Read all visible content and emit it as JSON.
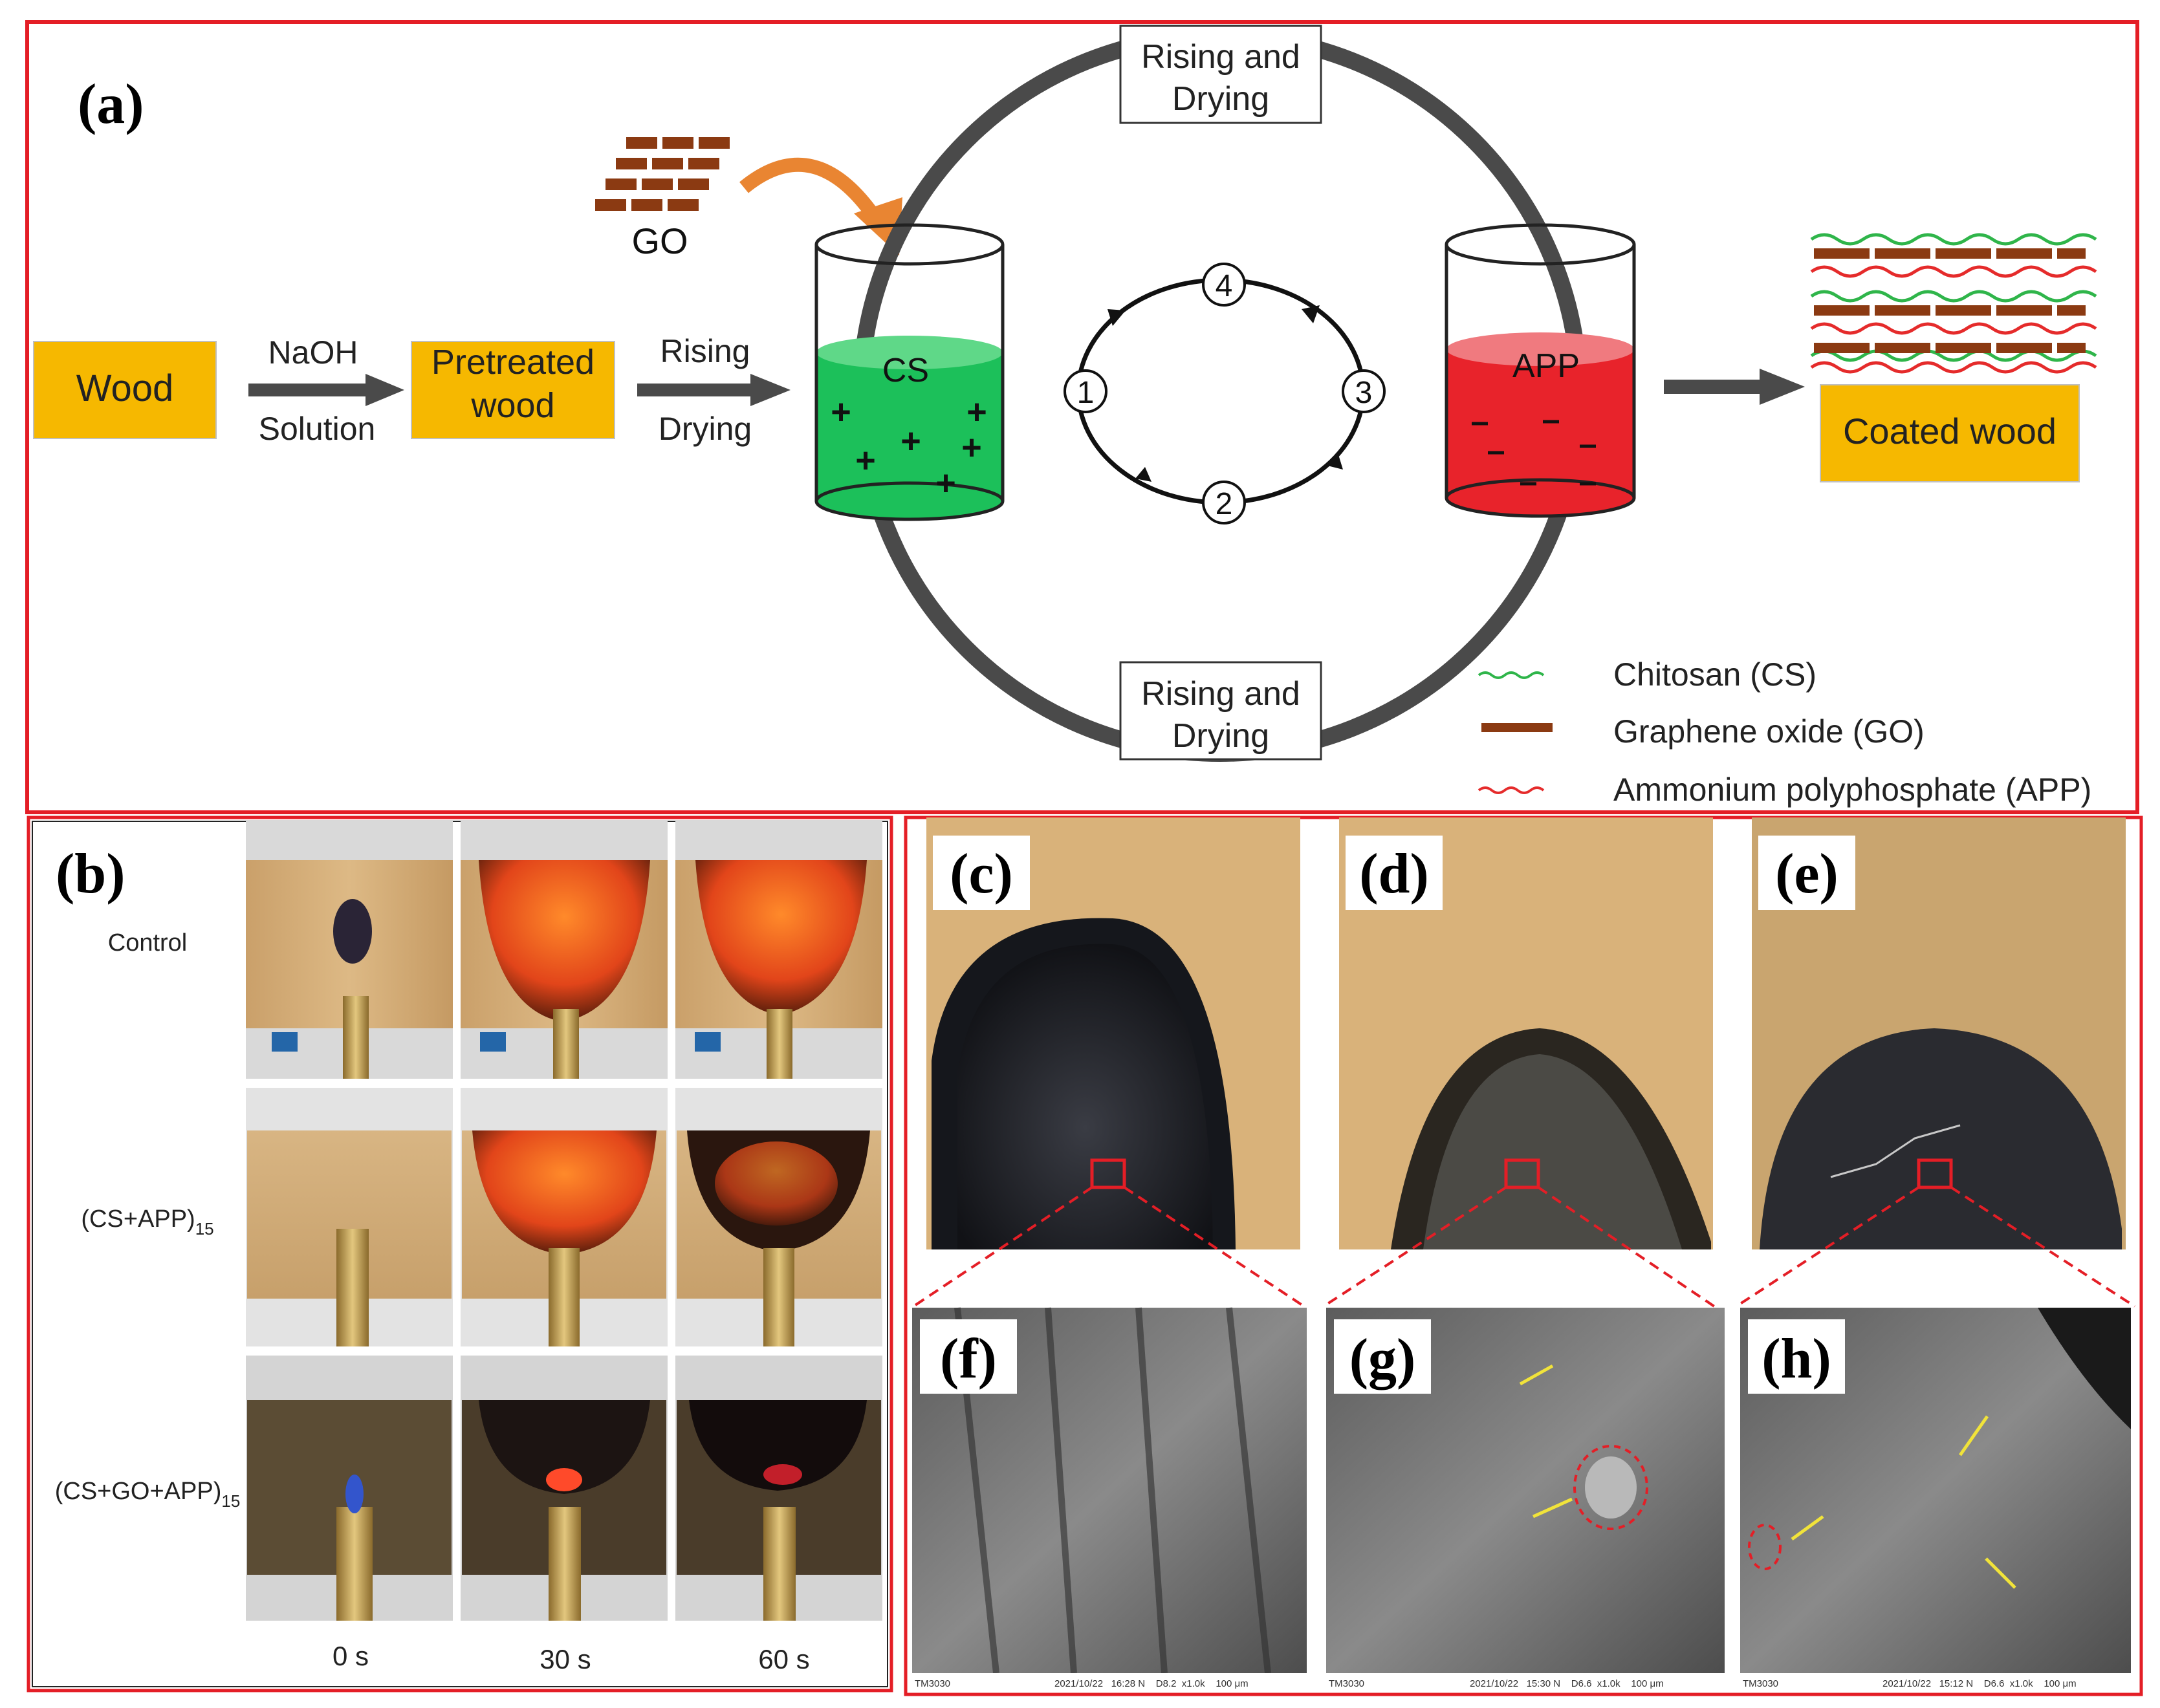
{
  "panel_a": {
    "label": "(a)",
    "go_label": "GO",
    "wood": "Wood",
    "naoh": "NaOH",
    "solution": "Solution",
    "pretreated_1": "Pretreated",
    "pretreated_2": "wood",
    "rising": "Rising",
    "drying": "Drying",
    "cs": "CS",
    "app": "APP",
    "rising_drying_1": "Rising and",
    "rising_drying_2": "Drying",
    "steps": [
      "1",
      "2",
      "3",
      "4"
    ],
    "coated_wood": "Coated wood",
    "legend": [
      {
        "name": "Chitosan (CS)",
        "color": "#2fb54a"
      },
      {
        "name": "Graphene oxide (GO)",
        "color": "#8b3a12"
      },
      {
        "name": "Ammonium polyphosphate (APP)",
        "color": "#e52b2b"
      }
    ],
    "colors": {
      "box_fill": "#f6b800",
      "cs_liquid": "#1cc05a",
      "app_liquid": "#e8232b",
      "ring": "#4a4a4a",
      "arrow_orange": "#e98532"
    }
  },
  "panel_b": {
    "label": "(b)",
    "rows": [
      "Control",
      "(CS+APP)",
      "(CS+GO+APP)"
    ],
    "row_subscript": "15",
    "times": [
      "0 s",
      "30 s",
      "60 s"
    ]
  },
  "panels_cdefgh": {
    "photo_labels": [
      "(c)",
      "(d)",
      "(e)"
    ],
    "sem_labels": [
      "(f)",
      "(g)",
      "(h)"
    ],
    "sem_footers": [
      {
        "id": "TM3030",
        "info": "2021/10/22   16:28 N    D8.2  x1.0k    100 μm"
      },
      {
        "id": "TM3030",
        "info": "2021/10/22   15:30 N    D6.6  x1.0k    100 μm"
      },
      {
        "id": "TM3030",
        "info": "2021/10/22   15:12 N    D6.6  x1.0k    100 μm"
      }
    ]
  },
  "frame_color": "#e41e26"
}
